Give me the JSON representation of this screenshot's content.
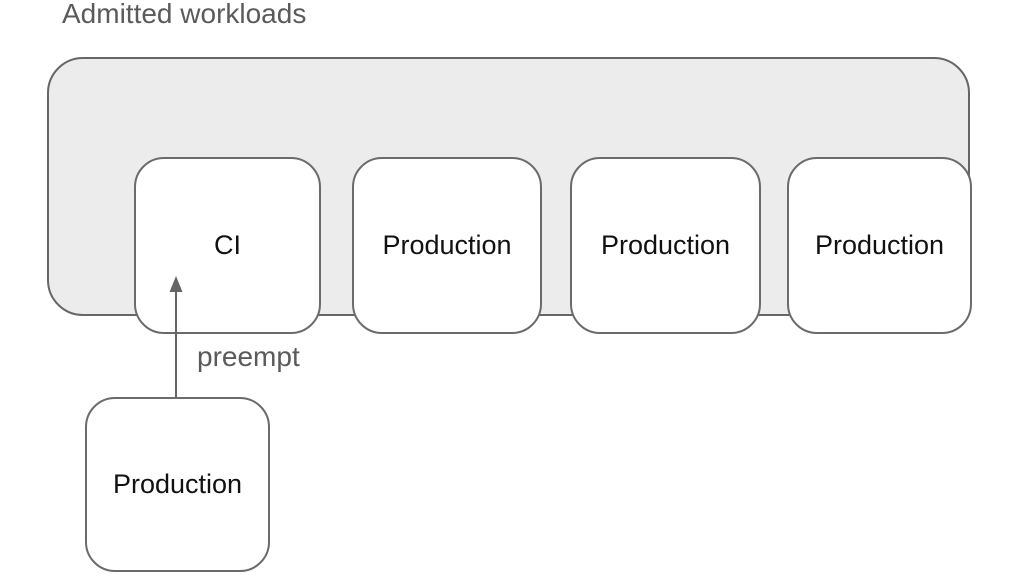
{
  "title": "Admitted workloads",
  "admitted": {
    "workloads": [
      {
        "label": "CI"
      },
      {
        "label": "Production"
      },
      {
        "label": "Production"
      },
      {
        "label": "Production"
      }
    ]
  },
  "incoming": {
    "label": "Production"
  },
  "arrow": {
    "label": "preempt"
  },
  "colors": {
    "container_fill": "#ececec",
    "container_border": "#666666",
    "box_fill": "#ffffff",
    "box_border": "#6b6b6b",
    "box_text": "#111111",
    "muted_text": "#5a5a5a",
    "arrow": "#666666"
  }
}
